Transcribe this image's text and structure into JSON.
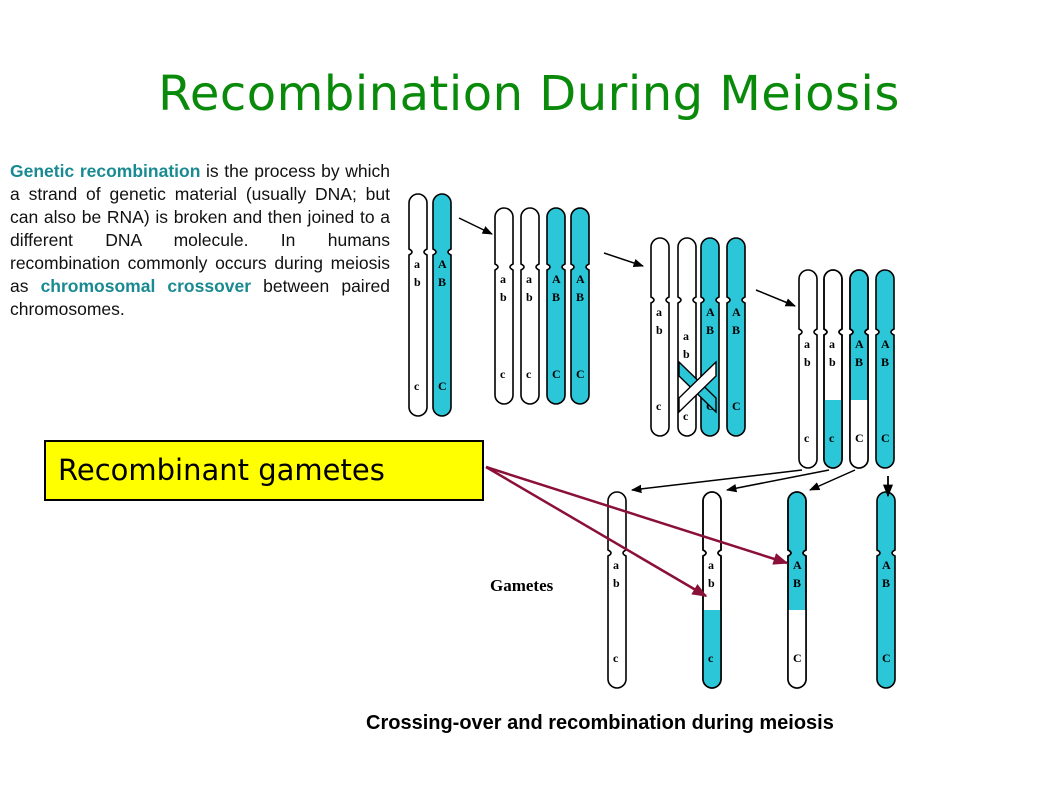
{
  "title": "Recombination During Meiosis",
  "description": {
    "t1": "Genetic recombination",
    "t2": " is the process by which a strand of genetic material (usually DNA; but can also be RNA) is broken and then joined to a different DNA molecule. In humans recombination commonly occurs during meiosis as ",
    "t3": "chromosomal crossover",
    "t4": " between paired chromosomes."
  },
  "callout": "Recombinant gametes",
  "diagram": {
    "gametes_label": "Gametes",
    "caption": "Crossing-over and recombination  during meiosis",
    "genes_lower": [
      "a",
      "b",
      "c"
    ],
    "genes_upper": [
      "A",
      "B",
      "C"
    ]
  },
  "colors": {
    "title": "#0a8a0a",
    "highlight": "#1a8a92",
    "chromosome_blue": "#2bc6d8",
    "callout_bg": "#ffff00",
    "arrow": "#8b1038"
  }
}
